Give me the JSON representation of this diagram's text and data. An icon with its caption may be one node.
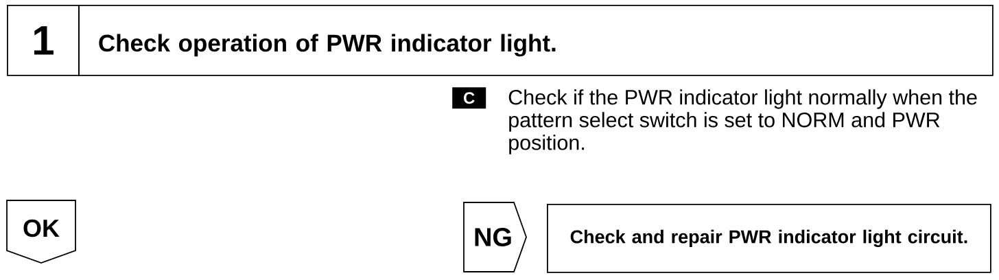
{
  "diagram": {
    "nodes": [
      {
        "text": [
          "1"
        ]
      },
      {
        "text": [
          "Check operation of PWR indicator light."
        ]
      },
      {
        "text": [
          "C"
        ],
        "beside": [
          "Check if the PWR indicator light normally when the pattern select switch is set to NORM and PWR position."
        ]
      },
      {
        "text": [
          "OK"
        ]
      },
      {
        "text": [
          "NG"
        ]
      },
      {
        "text": [
          "Check and repair PWR indicator light circuit."
        ]
      }
    ]
  }
}
